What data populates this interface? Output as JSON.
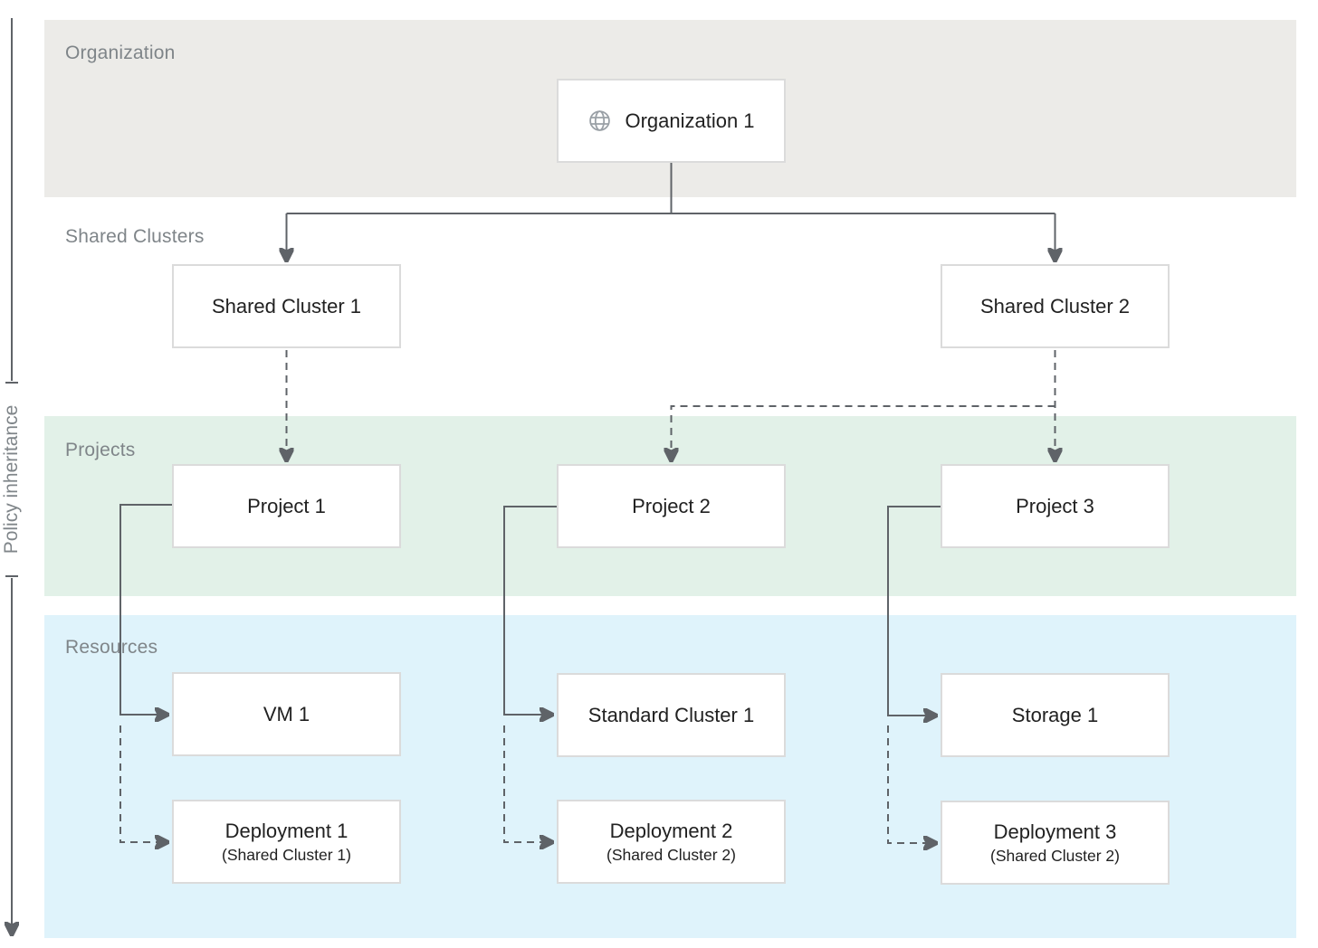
{
  "colors": {
    "band-org": "#ECEBE8",
    "band-projects": "#E2F1E8",
    "band-resources": "#DFF3FB",
    "box-bg": "#FFFFFF",
    "box-border": "#DBDBDB",
    "line": "#5F6368",
    "label": "#7F8589",
    "text": "#212121",
    "icon": "#9AA0A6"
  },
  "policy_arrow": {
    "label": "Policy inheritance"
  },
  "bands": {
    "organization": {
      "label": "Organization"
    },
    "shared_clusters": {
      "label": "Shared Clusters"
    },
    "projects": {
      "label": "Projects"
    },
    "resources": {
      "label": "Resources"
    }
  },
  "nodes": {
    "organization": {
      "label": "Organization 1",
      "icon": "globe-icon"
    },
    "shared_clusters": [
      {
        "label": "Shared Cluster 1"
      },
      {
        "label": "Shared Cluster 2"
      }
    ],
    "projects": [
      {
        "label": "Project 1"
      },
      {
        "label": "Project 2"
      },
      {
        "label": "Project 3"
      }
    ],
    "resources": [
      {
        "label": "VM 1"
      },
      {
        "label": "Standard Cluster 1"
      },
      {
        "label": "Storage 1"
      }
    ],
    "deployments": [
      {
        "label": "Deployment 1",
        "sublabel": "(Shared Cluster 1)"
      },
      {
        "label": "Deployment 2",
        "sublabel": "(Shared Cluster 2)"
      },
      {
        "label": "Deployment 3",
        "sublabel": "(Shared Cluster 2)"
      }
    ]
  }
}
